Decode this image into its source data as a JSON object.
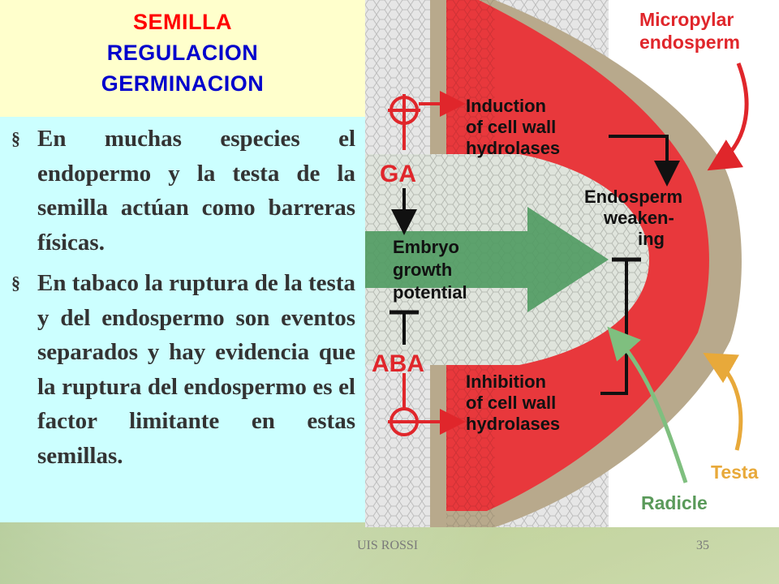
{
  "title": {
    "line1": "SEMILLA",
    "line2": "REGULACION",
    "line3": "GERMINACION"
  },
  "bullets": [
    "En muchas especies el endopermo y la testa de la semilla actúan como barreras físicas.",
    "En tabaco la ruptura de la testa y del endospermo son eventos separados y hay evidencia que la ruptura del endospermo es el factor limitante en estas semillas."
  ],
  "bullet_symbol": "§",
  "diagram": {
    "micropylar": [
      "Micropylar",
      "endosperm"
    ],
    "induction": [
      "Induction",
      "of cell wall",
      "hydrolases"
    ],
    "ga": "GA",
    "endosperm_weakening": [
      "Endosperm",
      "weaken-",
      "ing"
    ],
    "embryo": [
      "Embryo",
      "growth",
      "potential"
    ],
    "aba": "ABA",
    "inhibition": [
      "Inhibition",
      "of cell wall",
      "hydrolases"
    ],
    "testa": "Testa",
    "radicle": "Radicle",
    "colors": {
      "endosperm_red": "#e8383c",
      "testa_tan": "#b8a98c",
      "embryo_green": "#4f9a60",
      "arrow_red": "#e0262b",
      "arrow_green": "#7fbf7f",
      "arrow_orange": "#e8a93a"
    }
  },
  "footer": {
    "author": "UIS ROSSI",
    "page": "35"
  }
}
